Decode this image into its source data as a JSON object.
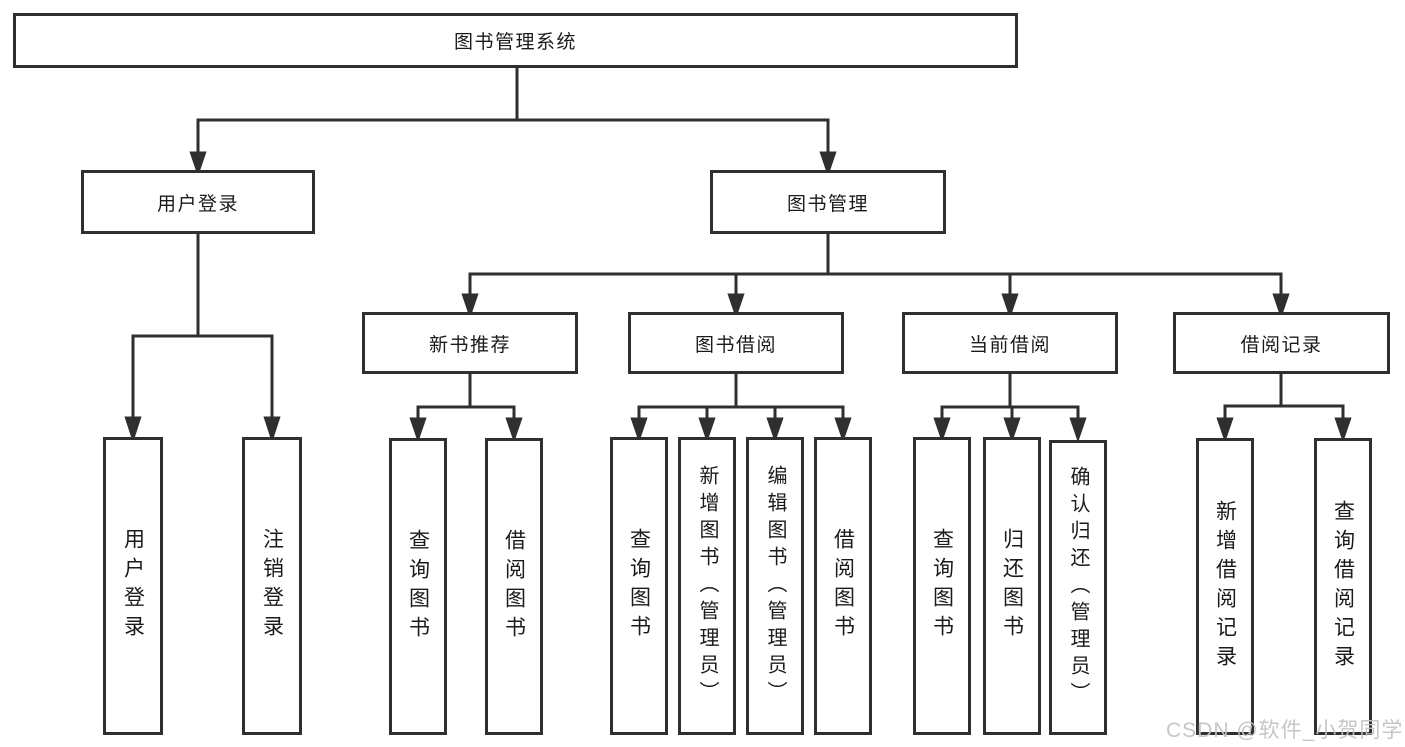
{
  "diagram_title": "图书管理系统",
  "colors": {
    "line": "#2f2f2f",
    "box_border": "#2f2f2f",
    "box_fill": "#ffffff",
    "watermark": "#c3c3c3"
  },
  "tree": {
    "label": "图书管理系统",
    "children": [
      {
        "label": "用户登录",
        "children": [
          {
            "label": "用户登录"
          },
          {
            "label": "注销登录"
          }
        ]
      },
      {
        "label": "图书管理",
        "children": [
          {
            "label": "新书推荐",
            "children": [
              {
                "label": "查询图书"
              },
              {
                "label": "借阅图书"
              }
            ]
          },
          {
            "label": "图书借阅",
            "children": [
              {
                "label": "查询图书"
              },
              {
                "label": "新增图书（管理员）"
              },
              {
                "label": "编辑图书（管理员）"
              },
              {
                "label": "借阅图书"
              }
            ]
          },
          {
            "label": "当前借阅",
            "children": [
              {
                "label": "查询图书"
              },
              {
                "label": "归还图书"
              },
              {
                "label": "确认归还（管理员）"
              }
            ]
          },
          {
            "label": "借阅记录",
            "children": [
              {
                "label": "新增借阅记录"
              },
              {
                "label": "查询借阅记录"
              }
            ]
          }
        ]
      }
    ]
  },
  "watermark": {
    "text": "CSDN @软件_小贺同学"
  }
}
